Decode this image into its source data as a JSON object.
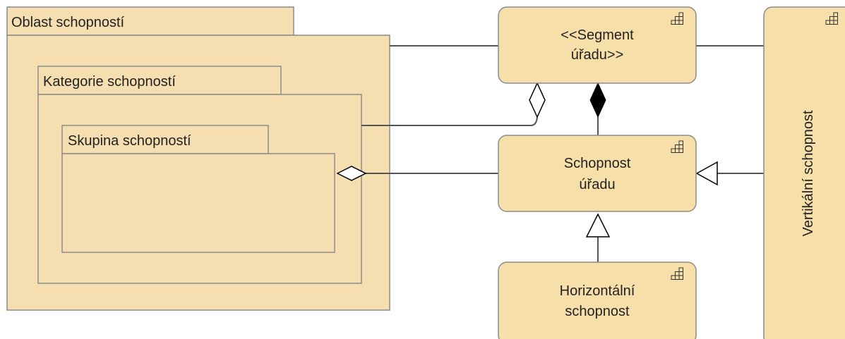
{
  "colors": {
    "element_fill": "#f7dfaa",
    "package_fill": "#f5deb0",
    "stroke": "#8c8c8c",
    "line": "#555555",
    "text": "#222222"
  },
  "packages": {
    "capability_area": {
      "label": "Oblast schopností"
    },
    "capability_category": {
      "label": "Kategorie schopností"
    },
    "capability_group": {
      "label": "Skupina schopností"
    }
  },
  "elements": {
    "office_segment": {
      "line1": "<<Segment",
      "line2": "úřadu>>",
      "icon": "capability-grid-icon"
    },
    "office_capability": {
      "line1": "Schopnost",
      "line2": "úřadu",
      "icon": "capability-grid-icon"
    },
    "horizontal_capability": {
      "line1": "Horizontální",
      "line2": "schopnost",
      "icon": "capability-grid-icon"
    },
    "vertical_capability": {
      "label": "Vertikální schopnost",
      "icon": "capability-grid-icon"
    }
  },
  "relations": [
    {
      "type": "association",
      "from": "capability_area",
      "to": "office_segment"
    },
    {
      "type": "association",
      "from": "office_segment",
      "to": "vertical_capability"
    },
    {
      "type": "aggregation",
      "from": "capability_category",
      "to": "office_segment"
    },
    {
      "type": "composition",
      "from": "office_capability",
      "to": "office_segment"
    },
    {
      "type": "aggregation",
      "from": "office_capability",
      "to": "capability_group"
    },
    {
      "type": "generalization",
      "from": "vertical_capability",
      "to": "office_capability"
    },
    {
      "type": "generalization",
      "from": "horizontal_capability",
      "to": "office_capability"
    }
  ]
}
